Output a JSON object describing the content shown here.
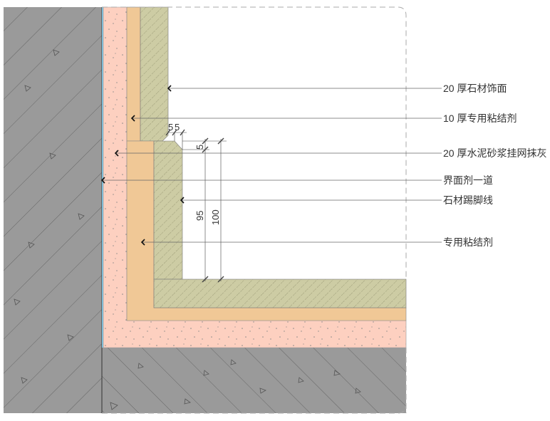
{
  "labels": [
    {
      "id": "stone-facing",
      "text": "20 厚石材饰面"
    },
    {
      "id": "adhesive-10",
      "text": "10 厚专用粘结剂"
    },
    {
      "id": "mortar-mesh",
      "text": "20 厚水泥砂浆挂网抹灰"
    },
    {
      "id": "interface-agent",
      "text": "界面剂一道"
    },
    {
      "id": "stone-skirting",
      "text": "石材踢脚线"
    },
    {
      "id": "adhesive",
      "text": "专用粘结剂"
    }
  ],
  "dimensions": {
    "gap_a": "5",
    "gap_b": "5",
    "top_offset": "5",
    "height_95": "95",
    "height_100": "100"
  },
  "colors": {
    "concrete": "#9a9a9a",
    "plaster": "#fdd0c0",
    "adhesive": "#f0c896",
    "stone": "#cdcca4"
  }
}
